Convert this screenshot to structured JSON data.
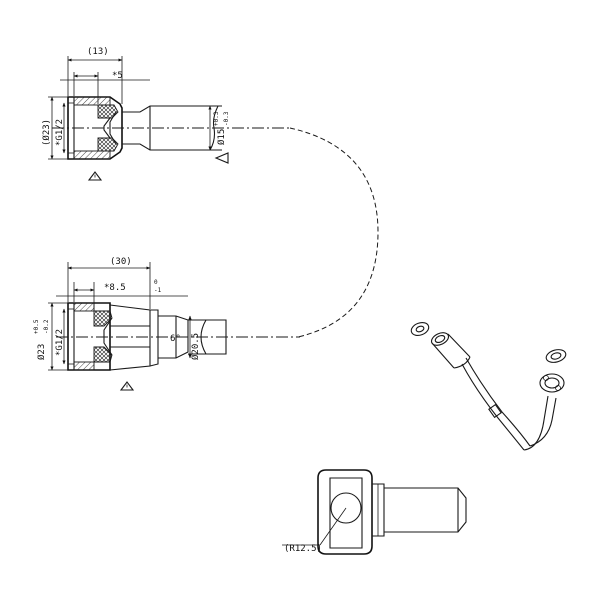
{
  "top_fitting": {
    "dim_overall": "(13)",
    "dim_thread_depth": "*5",
    "dim_outer_dia": "(Ø23)",
    "dim_thread": "*G1/2",
    "dim_pipe_dia": "Ø15",
    "dim_pipe_tol_upper": "+0.3",
    "dim_pipe_tol_lower": "-0.3"
  },
  "bottom_fitting": {
    "dim_overall": "(30)",
    "dim_thread_depth": "*8.5",
    "dim_depth_tol_upper": "0",
    "dim_depth_tol_lower": "-1",
    "dim_outer_dia": "Ø23",
    "dim_outer_tol_upper": "+0.5",
    "dim_outer_tol_lower": "-0.2",
    "dim_thread": "*G1/2",
    "dim_angle": "6°",
    "dim_tip_dia": "Ø20.5"
  },
  "detail": {
    "radius_label": "(R12.5)"
  }
}
